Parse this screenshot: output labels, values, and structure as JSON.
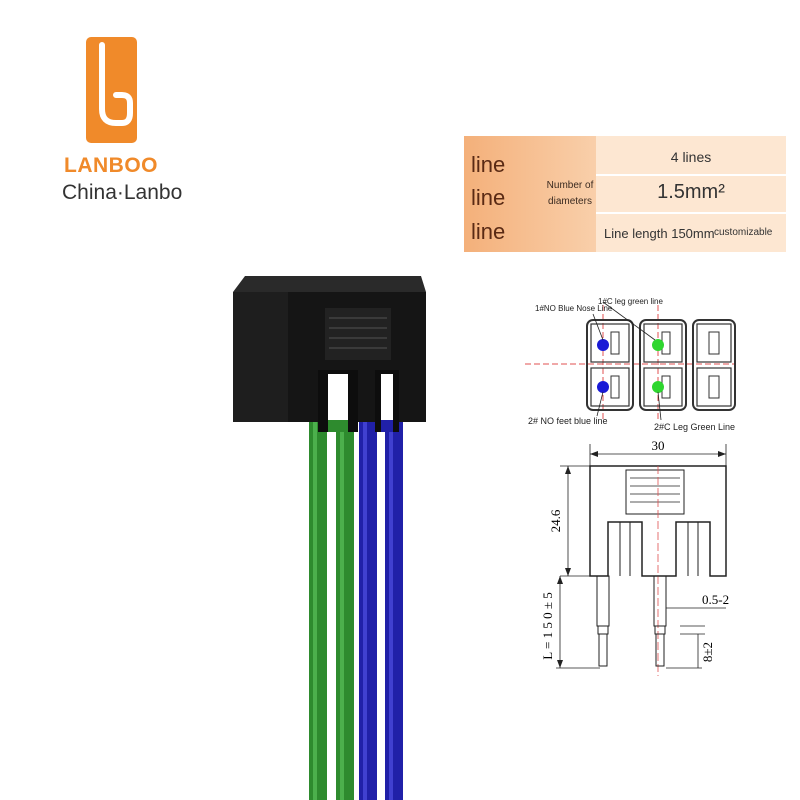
{
  "logo": {
    "brand": "LANBOO",
    "subtitle": "China·Lanbo",
    "brand_color": "#f08a2a"
  },
  "spec_table": {
    "left_labels": [
      "line",
      "line",
      "line"
    ],
    "number_of_diameters": "Number of diameters",
    "lines": "4 lines",
    "diameter": "1.5mm²",
    "length": "Line length 150mm",
    "customizable": "customizable",
    "label_color": "#f4b07a",
    "value_bg": "#fde7d2"
  },
  "pinout": {
    "label_1": "1#NO Blue Nose Line",
    "label_2": "1#C leg green line",
    "label_3": "2# NO feet blue line",
    "label_4": "2#C Leg Green Line",
    "blue": "#1a1ad6",
    "green": "#2fd62f"
  },
  "dimensions": {
    "width": "30",
    "height": "24.6",
    "wire_length": "L = 1 5 0 ± 5",
    "strip": "0.5-2",
    "tip": "8±2"
  },
  "photo": {
    "wire_colors": [
      "#2e8b2e",
      "#2e8b2e",
      "#2020a8",
      "#2020a8"
    ]
  }
}
